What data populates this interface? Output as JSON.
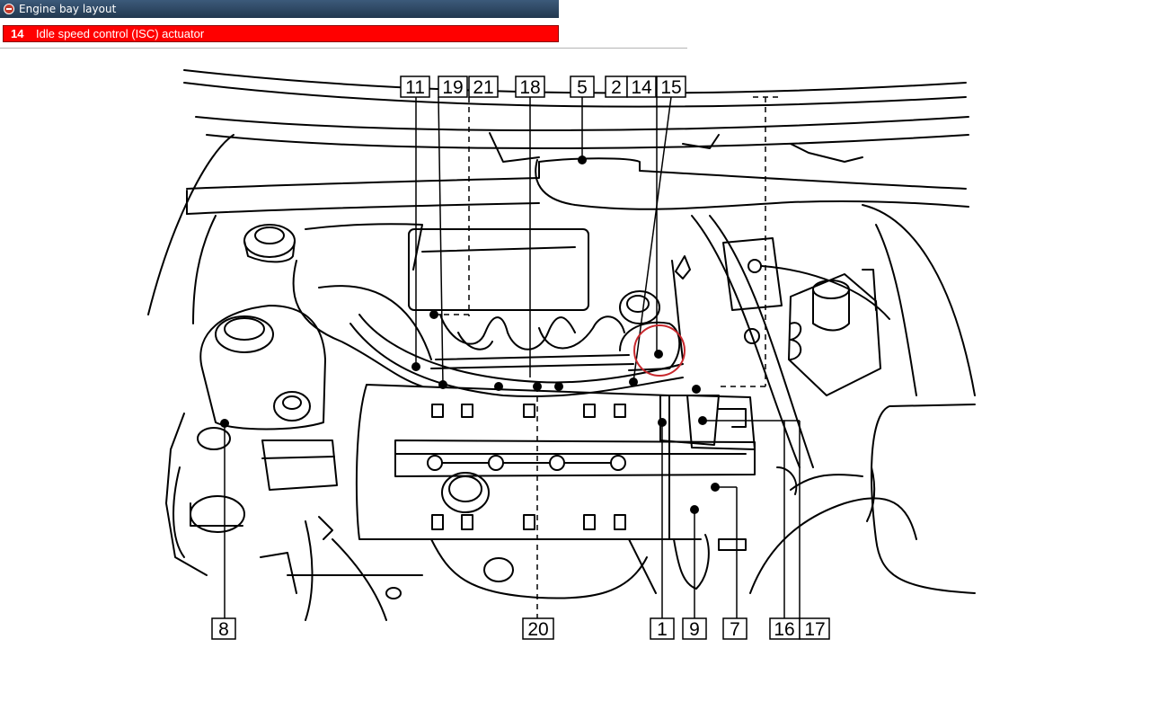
{
  "window": {
    "title": "Engine bay layout"
  },
  "selection": {
    "number": "14",
    "label": "Idle speed control (ISC) actuator",
    "color": "#ff0000"
  },
  "diagram": {
    "highlight_color": "#c8282d",
    "top_callouts": [
      "11",
      "19",
      "21",
      "18",
      "5",
      "2",
      "14",
      "15"
    ],
    "bottom_callouts": [
      "8",
      "20",
      "1",
      "9",
      "7",
      "16",
      "17"
    ]
  }
}
